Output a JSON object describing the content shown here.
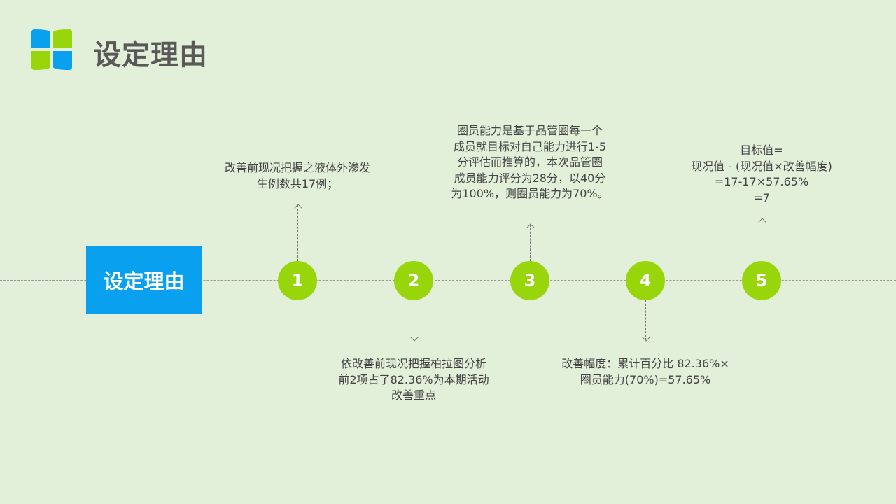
{
  "header": {
    "title": "设定理由"
  },
  "colors": {
    "blue": "#0aa0f0",
    "green": "#99d50b",
    "background": "#e2efd9"
  },
  "timeline": {
    "label": "设定理由",
    "steps": [
      {
        "number": "1",
        "text": "改善前现况把握之液体外渗发\n生例数共17例；"
      },
      {
        "number": "2",
        "text": "依改善前现况把握柏拉图分析\n前2项占了82.36%为本期活动\n改善重点"
      },
      {
        "number": "3",
        "text": "圈员能力是基于品管圈每一个\n成员就目标对自己能力进行1-5\n分评估而推算的，本次品管圈\n成员能力评分为28分，以40分\n为100%，则圈员能力为70%。"
      },
      {
        "number": "4",
        "text": "改善幅度：累计百分比 82.36%×\n圈员能力(70%)=57.65%"
      },
      {
        "number": "5",
        "text": "目标值=\n现况值 - (现况值×改善幅度)\n=17-17×57.65%\n=7"
      }
    ]
  }
}
